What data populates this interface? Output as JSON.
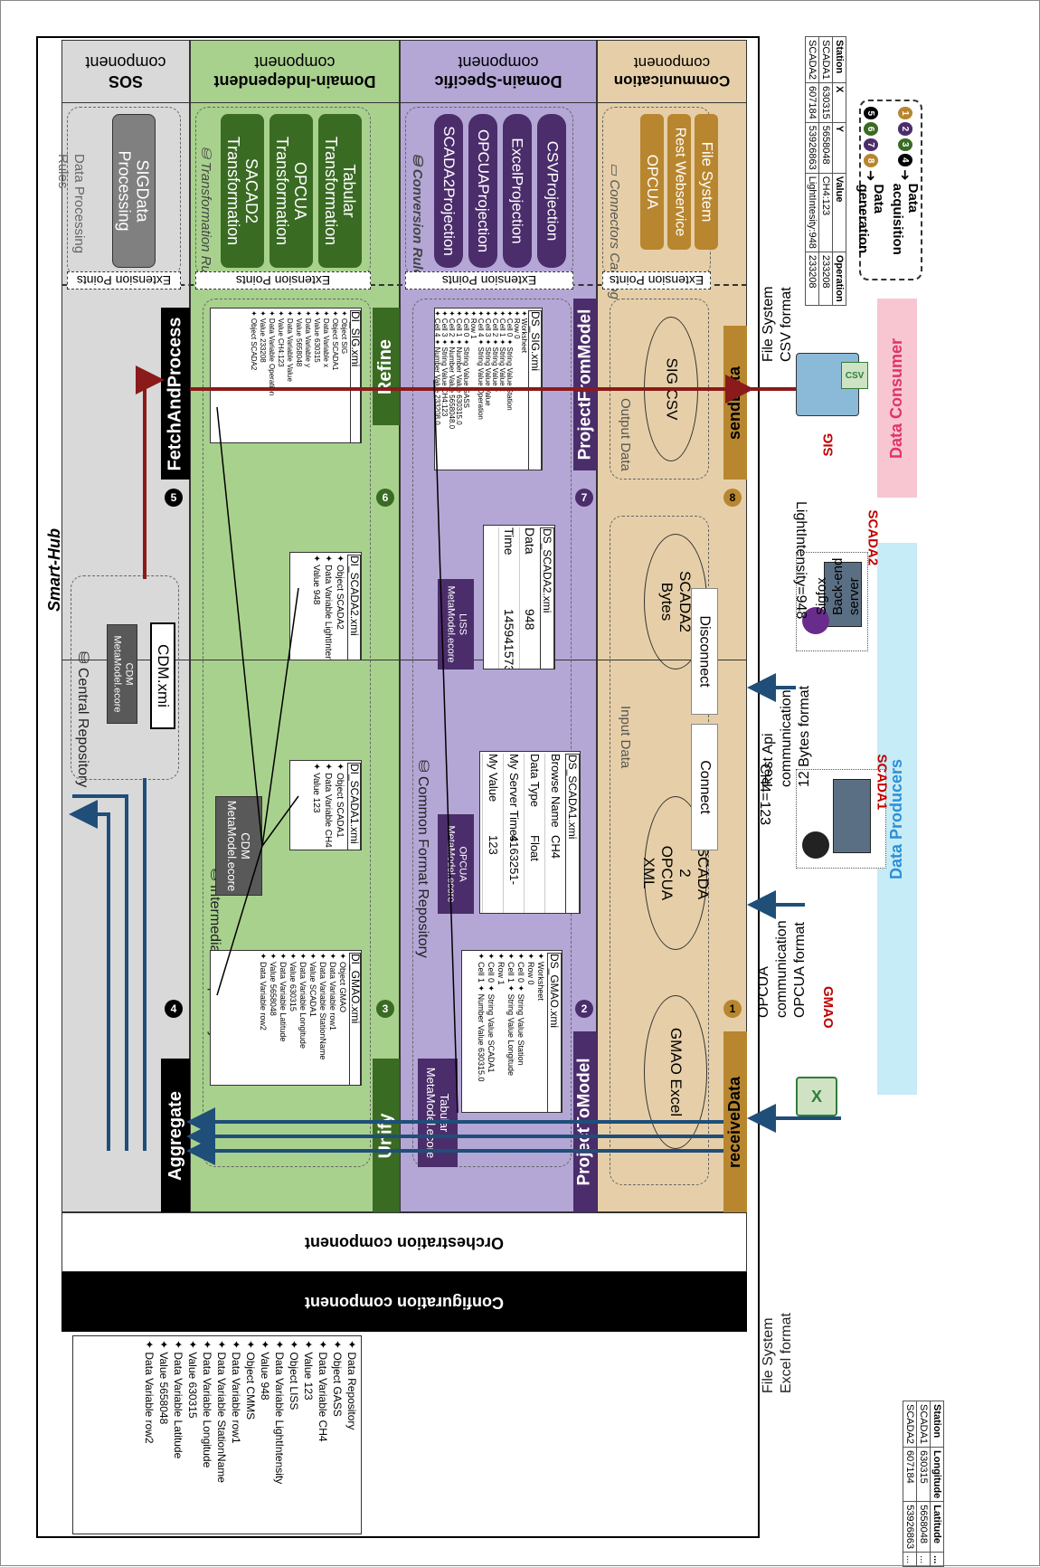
{
  "hub": {
    "title": "Smart-Hub",
    "configuration": "Configuration component",
    "orchestration": "Orchestration component",
    "sos_component": [
      "SOS",
      "component"
    ],
    "domain_independent": [
      "Domain-Independent",
      "component"
    ],
    "domain_specific": [
      "Domain-Specific",
      "component"
    ],
    "communication": [
      "Communication",
      "component"
    ]
  },
  "operations": {
    "receive": "receiveData",
    "project_to_model": "ProjectToModel",
    "unify": "Unify",
    "aggregate": "Aggregate",
    "fetch": "FetchAndProcess",
    "refine": "Refine",
    "project_from_model": "ProjectFromModel",
    "send": "sendData",
    "numbers": [
      "1",
      "2",
      "3",
      "4",
      "5",
      "6",
      "7",
      "8"
    ]
  },
  "sos": {
    "central_repository": "Central Repository",
    "cdm_metamodel": [
      "CDM",
      "MetaModel.ecore"
    ],
    "cdm_xmi": "CDM.xmi",
    "data_processing_rules": [
      "Data Processing",
      "Rules"
    ],
    "sig_processing": [
      "SIGData",
      "Processing"
    ],
    "extension_points": "Extension Points"
  },
  "domain_independent": {
    "intermediate_repository": "Intermediate Repository",
    "cdm_metamodel": [
      "CDM",
      "MetaModel.ecore"
    ],
    "transformation_rules": "Transformation Rules",
    "rules": [
      [
        "SACAD2",
        "Transformation"
      ],
      [
        "OPCUA",
        "Transformation"
      ],
      [
        "Tabular",
        "Transformation"
      ]
    ],
    "extension_points": "Extension Points",
    "di_gmao": {
      "title": "DI_GMAO.xmi",
      "lines": [
        "Object GMAO",
        "Data Variable row1",
        "Data Variable StationName",
        "Value SCADA1",
        "Data Variable Longitude",
        "Value 630315",
        "Data Variable Latitude",
        "Value 5658048",
        "Data Variable row2"
      ]
    },
    "di_scada1": {
      "title": "DI_SCADA1.xmi",
      "lines": [
        "Object SCADA1",
        "Data Variable CH4",
        "Value 123"
      ]
    },
    "di_scada2": {
      "title": "DI_SCADA2.xmi",
      "lines": [
        "Object SCADA2",
        "Data Variable LightIntensity",
        "Value 948"
      ]
    },
    "di_sig": {
      "title": "DI_SIG.xmi",
      "lines": [
        "Object SIG",
        "Object SCADA1",
        "Data Variable x",
        "Value 630315",
        "Data Variable y",
        "Value 5658048",
        "Data Variable Value",
        "Value CH4:123",
        "Data Variable Operation",
        "Value 233208",
        "Object SCADA2"
      ]
    }
  },
  "domain_specific": {
    "common_repository": "Common Format Repository",
    "tabular": [
      "Tabular",
      "MetaModel.ecore"
    ],
    "opcua": [
      "OPCUA",
      "MetaModel.ecore"
    ],
    "liss": [
      "LISS",
      "MetaModel.ecore"
    ],
    "conversion_rules": "Conversion Rules",
    "projections": [
      "SCADA2Projection",
      "OPCUAProjection",
      "ExcelProjection",
      "CSVProjection"
    ],
    "extension_points": "Extension Points",
    "ds_gmao": {
      "title": "DS_GMAO.xmi",
      "lines": [
        "Worksheet",
        "Row 0",
        "Cell 0 ✦ String Value Station",
        "Cell 1 ✦ String Value Longitude",
        "Row 1",
        "Cell 0 ✦ String Value SCADA1",
        "Cell 1 ✦ Number Value 630315.0"
      ]
    },
    "ds_scada1": {
      "title": "DS_SCADA1.xmi",
      "rows": [
        [
          "Browse Name",
          "CH4"
        ],
        [
          "Data Type",
          "Float"
        ],
        [
          "My Server Times",
          "4163251-"
        ],
        [
          "My Value",
          "123"
        ]
      ]
    },
    "ds_scada2": {
      "title": "DS_SCADA2.xmi",
      "rows": [
        [
          "Data",
          "948"
        ],
        [
          "Time",
          "1459415730"
        ]
      ]
    },
    "ds_sig": {
      "title": "DS_SIG.xmi",
      "lines": [
        "Worksheet",
        "Row 0",
        "Cell 0 ✦ String Value Station",
        "Cell 1 ✦ String Value x",
        "Cell 2 ✦ String Value y",
        "Cell 3 ✦ String Value Value",
        "Cell 4 ✦ String Value Operation",
        "Row 1",
        "Cell 0 ✦ String Value GASS",
        "Cell 1 ✦ Number Value 630315.0",
        "Cell 2 ✦ Number Value 5658048.0",
        "Cell 3 ✦ String Value CH4:123",
        "Cell 4 ✦ Number Value 233208.0",
        "Row 2"
      ]
    }
  },
  "communication": {
    "input_data": "Input Data",
    "inputs": [
      "GMAO Excel",
      "SCADA 2 OPCUA XML",
      "SCADA2 Bytes"
    ],
    "connect": "Connect",
    "disconnect": "Disconnect",
    "output_data": "Output Data",
    "output": "SIG CSV",
    "connectors_catalog": "Connectors Catalog",
    "connectors": [
      "OPCUA",
      "Rest Webservice",
      "File System"
    ],
    "extension_points": "Extension Points"
  },
  "producers": {
    "title": "Data Producers",
    "gmao": "GMAO",
    "gmao_desc": [
      "File System",
      "Excel format"
    ],
    "scada1": "SCADA1",
    "scada1_value": "CH4=123",
    "scada1_desc": [
      "OPCUA",
      "communication",
      "OPCUA format"
    ],
    "scada2": "SCADA2",
    "scada2_value": "LightIntensity=948",
    "scada2_desc": [
      "Rest Api",
      "communication",
      "12 Bytes format"
    ],
    "sigfox": [
      "Sigfox",
      "Back-end",
      "server"
    ]
  },
  "consumer": {
    "title": "Data Consumer",
    "sig": "SIG",
    "csv": "CSV",
    "desc": [
      "File System",
      "CSV format"
    ]
  },
  "gmao_table": {
    "headers": [
      "Station",
      "Longitude",
      "Latitude",
      "..."
    ],
    "rows": [
      [
        "SCADA1",
        "630315",
        "5658048",
        "..."
      ],
      [
        "SCADA2",
        "607184",
        "5392686­3",
        "..."
      ]
    ]
  },
  "sig_table": {
    "headers": [
      "Station",
      "X",
      "Y",
      "Value",
      "Operation"
    ],
    "rows": [
      [
        "SCADA1",
        "630315",
        "5658048",
        "CH4:123",
        "233208"
      ],
      [
        "SCADA2",
        "607184",
        "53926863",
        "LightIntesity:948",
        "233208"
      ]
    ]
  },
  "legend": {
    "acq_nums": [
      "1",
      "2",
      "3",
      "4"
    ],
    "acq_label": "Data acquisition",
    "gen_nums": [
      "5",
      "6",
      "7",
      "8"
    ],
    "gen_label": "Data generation"
  },
  "data_repository": {
    "lines": [
      "Data Repository",
      "Object GASS",
      "Data Variable CH4",
      "Value 123",
      "Object LISS",
      "Data Variable LightIntensity",
      "Value 948",
      "Object CMMS",
      "Data Variable row1",
      "Data Variable StationName",
      "Data Variable Longitude",
      "Value 630315",
      "Data Variable Latitude",
      "Value 5658048",
      "Data Variable row2"
    ]
  },
  "colors": {
    "sos_bg": "#d9d9d9",
    "di_bg": "#a9d18e",
    "di_dark": "#3a6b23",
    "ds_bg": "#b4a7d6",
    "ds_dark": "#4b2d6b",
    "comm_bg": "#e6cfa8",
    "comm_dark": "#b8862f",
    "arrow_blue": "#1f4e79",
    "arrow_red": "#8b1a1a",
    "producers_bg": "#c6ecf7",
    "consumer_bg": "#f7c6d0"
  }
}
